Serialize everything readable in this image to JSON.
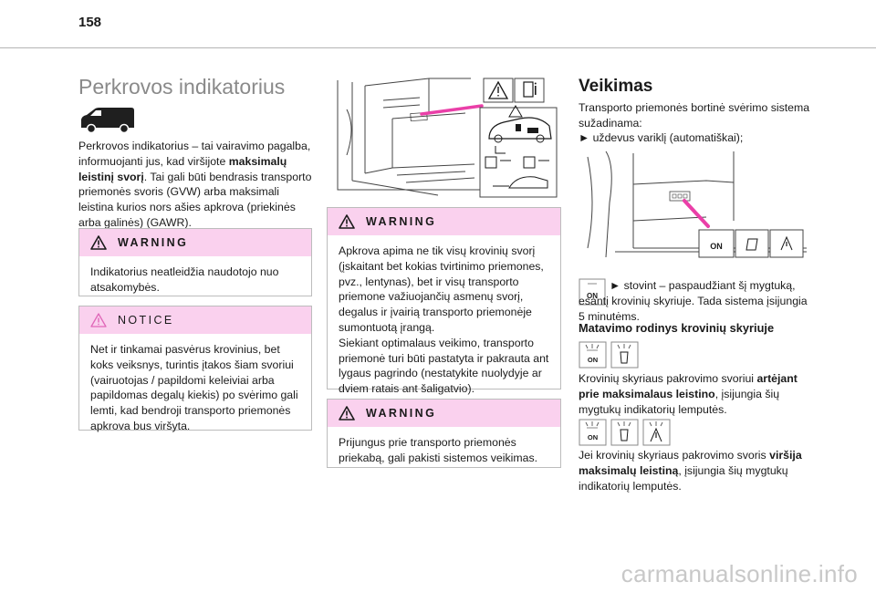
{
  "page": {
    "number": "158"
  },
  "left": {
    "title": "Perkrovos indikatorius",
    "intro": {
      "part1": "Perkrovos indikatorius – tai vairavimo pagalba, informuojanti jus, kad viršijote ",
      "bold1": "maksimalų leistinį svorį",
      "part2": ". Tai gali būti bendrasis transporto priemonės svoris (GVW) arba maksimali leistina kurios nors ašies apkrova (priekinės arba galinės) (GAWR)."
    },
    "warning": {
      "title": "WARNING",
      "text": "Indikatorius neatleidžia naudotojo nuo atsakomybės."
    },
    "notice": {
      "title": "NOTICE",
      "text": "Net ir tinkamai pasvėrus krovinius, bet koks veiksnys, turintis įtakos šiam svoriui (vairuotojas / papildomi keleiviai arba papildomas degalų kiekis) po svėrimo gali lemti, kad bendroji transporto priemonės apkrova bus viršyta."
    }
  },
  "middle": {
    "warning1": {
      "title": "WARNING",
      "text": "Apkrova apima ne tik visų krovinių svorį (įskaitant bet kokias tvirtinimo priemones, pvz., lentynas), bet ir visų transporto priemone važiuojančių asmenų svorį, degalus ir įvairią transporto priemonėje sumontuotą įrangą.",
      "text2": "Siekiant optimalaus veikimo, transporto priemonė turi būti pastatyta ir pakrauta ant lygaus pagrindo (nestatykite nuolydyje ar dviem ratais ant šaligatvio)."
    },
    "warning2": {
      "title": "WARNING",
      "text": "Prijungus prie transporto priemonės priekabą, gali pakisti sistemos veikimas."
    }
  },
  "right": {
    "title": "Veikimas",
    "intro": "Transporto priemonės bortinė svėrimo sistema sužadinama:",
    "bullet1": "► uždevus variklį (automatiškai);",
    "on_label": "ON",
    "bullet2": "► stovint – paspaudžiant šį mygtuką, esantį krovinių skyriuje. Tada sistema įsijungia 5 minutėms.",
    "subtitle": "Matavimo rodinys krovinių skyriuje",
    "p1": {
      "part1": "Krovinių skyriaus pakrovimo svoriui ",
      "bold": "artėjant prie maksimalaus leistino",
      "part2": ", įsijungia šių mygtukų indikatorių lemputės."
    },
    "p2": {
      "part1": "Jei krovinių skyriaus pakrovimo svoris ",
      "bold": "viršija maksimalų leistiną",
      "part2": ", įsijungia šių mygtukų indikatorių lemputės."
    }
  },
  "footer": {
    "watermark": "carmanualsonline.info"
  },
  "colors": {
    "accent_pink": "#fad1ee",
    "laser_pink": "#ea3fa8",
    "title_gray": "#8a8a8a"
  }
}
